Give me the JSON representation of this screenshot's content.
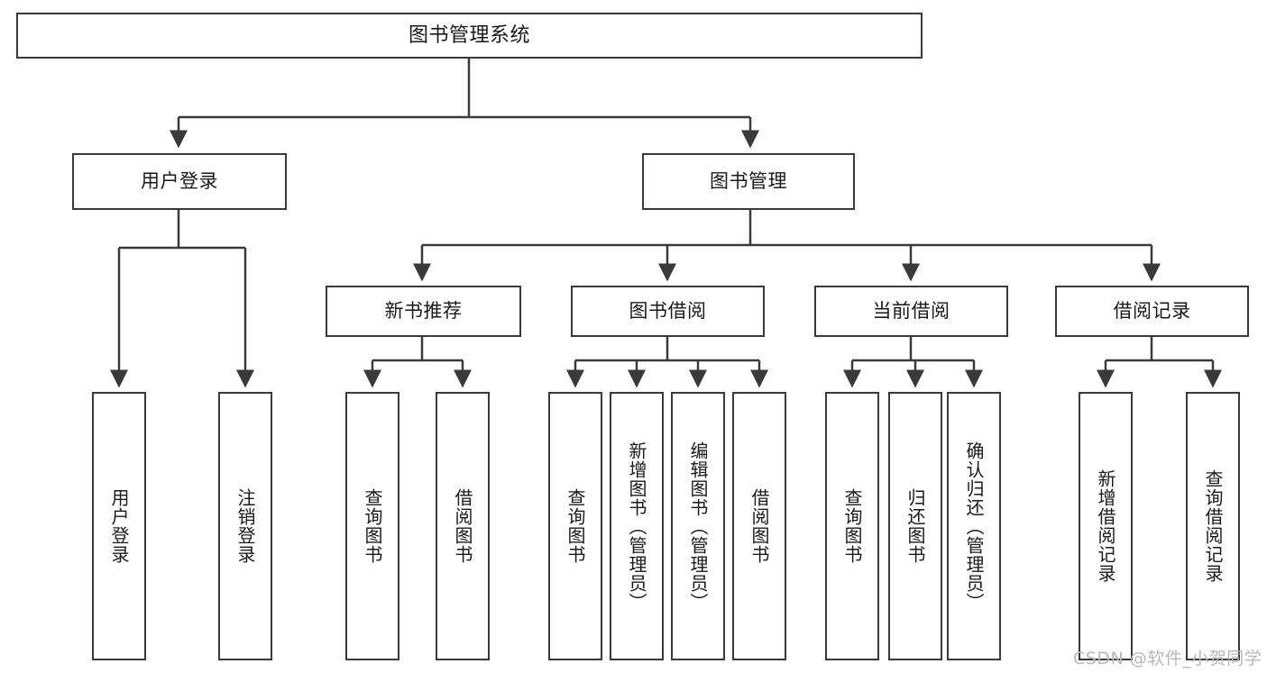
{
  "diagram": {
    "title": "图书管理系统",
    "type": "tree-hierarchy-diagram",
    "colors": {
      "box_border": "#3a3a3a",
      "box_fill": "#ffffff",
      "edge": "#3a3a3a",
      "text": "#1a1a1a",
      "watermark": "#b8b8b8"
    },
    "root": {
      "label": "图书管理系统"
    },
    "level2": [
      {
        "label": "用户登录"
      },
      {
        "label": "图书管理"
      }
    ],
    "level3": [
      {
        "label": "新书推荐"
      },
      {
        "label": "图书借阅"
      },
      {
        "label": "当前借阅"
      },
      {
        "label": "借阅记录"
      }
    ],
    "leaves": {
      "user_login": [
        {
          "label": "用户登录"
        },
        {
          "label": "注销登录"
        }
      ],
      "new_book_recommend": [
        {
          "label": "查询图书"
        },
        {
          "label": "借阅图书"
        }
      ],
      "book_borrow": [
        {
          "label": "查询图书"
        },
        {
          "label": "新增图书（管理员）"
        },
        {
          "label": "编辑图书（管理员）"
        },
        {
          "label": "借阅图书"
        }
      ],
      "current_borrow": [
        {
          "label": "查询图书"
        },
        {
          "label": "归还图书"
        },
        {
          "label": "确认归还（管理员）"
        }
      ],
      "borrow_record": [
        {
          "label": "新增借阅记录"
        },
        {
          "label": "查询借阅记录"
        }
      ]
    }
  },
  "watermark": {
    "text": "CSDN @软件_小贺同学"
  }
}
